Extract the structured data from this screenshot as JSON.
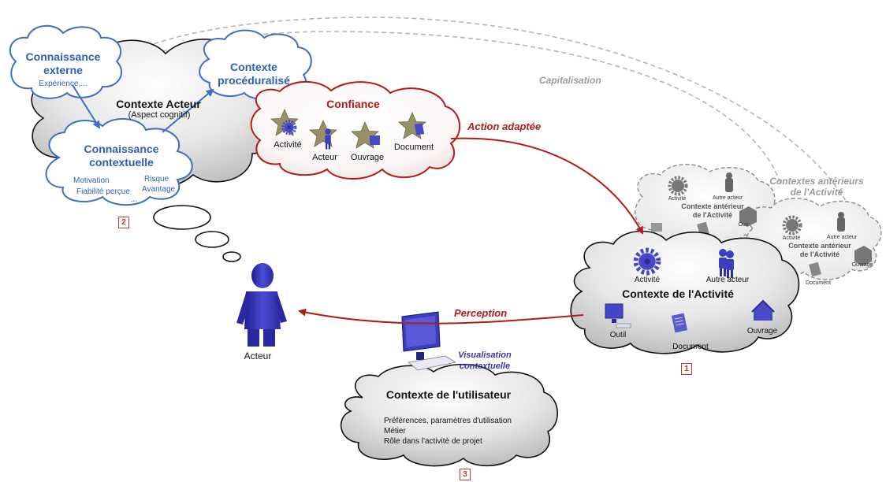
{
  "tags": {
    "tag1": "1",
    "tag2": "2",
    "tag3": "3"
  },
  "actor_context": {
    "title": "Contexte Acteur",
    "subtitle": "(Aspect cognitif)"
  },
  "external_knowledge": {
    "title_line1": "Connaissance",
    "title_line2": "externe",
    "detail": "Expérience,..."
  },
  "proceduralized_context": {
    "title_line1": "Contexte",
    "title_line2": "procéduralisé"
  },
  "contextual_knowledge": {
    "title_line1": "Connaissance",
    "title_line2": "contextuelle",
    "items": [
      "Motivation",
      "Risque",
      "Fiabilité perçue",
      "Avantage",
      "..."
    ]
  },
  "trust": {
    "title": "Confiance",
    "items": [
      "Activité",
      "Acteur",
      "Ouvrage",
      "Document"
    ]
  },
  "activity_context": {
    "title": "Contexte de l'Activité",
    "items": [
      "Activité",
      "Autre acteur",
      "Outil",
      "Document",
      "Ouvrage"
    ]
  },
  "previous_context": {
    "title_line1": "Contexte antérieur",
    "title_line2": "de l'Activité",
    "items": [
      "Activité",
      "Autre acteur",
      "Ouv",
      "Document",
      "Ouvrage"
    ]
  },
  "previous_contexts_label": {
    "line1": "Contextes antérieurs",
    "line2": "de l'Activité"
  },
  "user_context": {
    "title": "Contexte de l'utilisateur",
    "items": [
      "Préférences, paramètres d'utilisation",
      "Métier",
      "Rôle dans l'activité de projet"
    ]
  },
  "labels": {
    "capitalisation": "Capitalisation",
    "action": "Action adaptée",
    "perception": "Perception",
    "visualisation_line1": "Visualisation",
    "visualisation_line2": "contextuelle",
    "actor": "Acteur"
  },
  "colors": {
    "blue": "#2f5fb3",
    "red": "#b31b1b",
    "grey": "#9a9a9a",
    "figure": "#3d3dc0",
    "star": "#9a9067"
  }
}
